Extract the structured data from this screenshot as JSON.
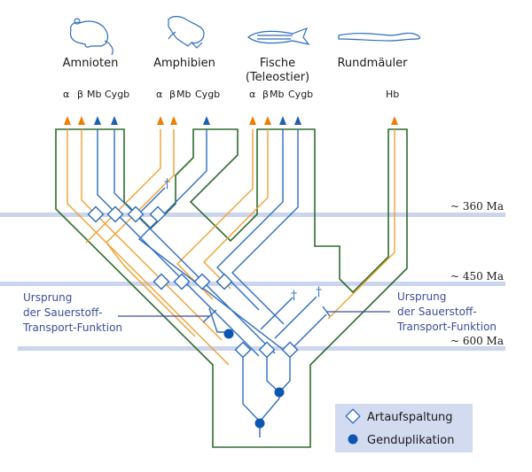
{
  "colors": {
    "tree_outline": "#2e6b2e",
    "hemoglobin_line": "#f0a030",
    "globin_line": "#2d6cc0",
    "time_band": "#cbd5ee",
    "legend_bg": "#d3dbf0",
    "note_text": "#3a4e9a",
    "animal_icon": "#2d6cc0"
  },
  "taxa": [
    {
      "name": "Amnioten",
      "icon": "mouse-icon"
    },
    {
      "name": "Amphibien",
      "icon": "frog-icon"
    },
    {
      "name": "Fische",
      "subname": "(Teleostier)",
      "icon": "fish-icon"
    },
    {
      "name": "Rundmäuler",
      "icon": "lamprey-icon"
    }
  ],
  "gene_labels": {
    "amniotes": [
      "α",
      "β",
      "Mb",
      "Cygb"
    ],
    "amphibians": [
      "α",
      "β",
      "Mb",
      "Cygb"
    ],
    "fish": [
      "α",
      "β",
      "Mb",
      "Cygb"
    ],
    "cyclostomes": [
      "Hb"
    ]
  },
  "time_markers": [
    {
      "label": "~ 360 Ma"
    },
    {
      "label": "~ 450 Ma"
    },
    {
      "label": "~ 600 Ma"
    }
  ],
  "annotations": {
    "left": [
      "Ursprung",
      "der Sauerstoff-",
      "Transport-Funktion"
    ],
    "right": [
      "Ursprung",
      "der Sauerstoff-",
      "Transport-Funktion"
    ]
  },
  "extinct_symbol": "†",
  "legend": {
    "items": [
      {
        "symbol": "diamond",
        "label": "Artaufspaltung"
      },
      {
        "symbol": "dot",
        "label": "Genduplikation"
      }
    ]
  }
}
